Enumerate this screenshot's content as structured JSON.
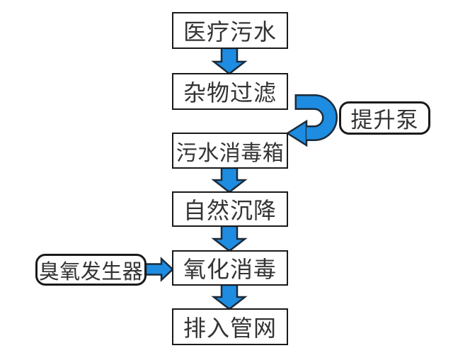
{
  "diagram": {
    "type": "flowchart",
    "title": "",
    "nodes": {
      "medical_sewage": {
        "label": "医疗污水",
        "shape": "rect"
      },
      "debris_filter": {
        "label": "杂物过滤",
        "shape": "rect"
      },
      "lift_pump": {
        "label": "提升泵",
        "shape": "rounded"
      },
      "disinfection_tank": {
        "label": "污水消毒箱",
        "shape": "rect"
      },
      "natural_sedimentation": {
        "label": "自然沉降",
        "shape": "rect"
      },
      "ozone_generator": {
        "label": "臭氧发生器",
        "shape": "rounded"
      },
      "oxidation_disinfection": {
        "label": "氧化消毒",
        "shape": "rect"
      },
      "discharge_pipe_network": {
        "label": "排入管网",
        "shape": "rect"
      }
    },
    "edges": [
      {
        "from": "医疗污水",
        "to": "杂物过滤",
        "style": "block-arrow-down"
      },
      {
        "from": "杂物过滤",
        "to": "污水消毒箱",
        "style": "u-turn-arrow",
        "via_label": "提升泵"
      },
      {
        "from": "污水消毒箱",
        "to": "自然沉降",
        "style": "block-arrow-down"
      },
      {
        "from": "自然沉降",
        "to": "氧化消毒",
        "style": "block-arrow-down"
      },
      {
        "from": "臭氧发生器",
        "to": "氧化消毒",
        "style": "block-arrow-right"
      },
      {
        "from": "氧化消毒",
        "to": "排入管网",
        "style": "block-arrow-down"
      }
    ],
    "colors": {
      "bg": "#ffffff",
      "arrow_fill": "#1e8ce1",
      "arrow_outline": "#1b2b3a",
      "box_border": "#1a1a1a",
      "text": "#333333"
    }
  }
}
